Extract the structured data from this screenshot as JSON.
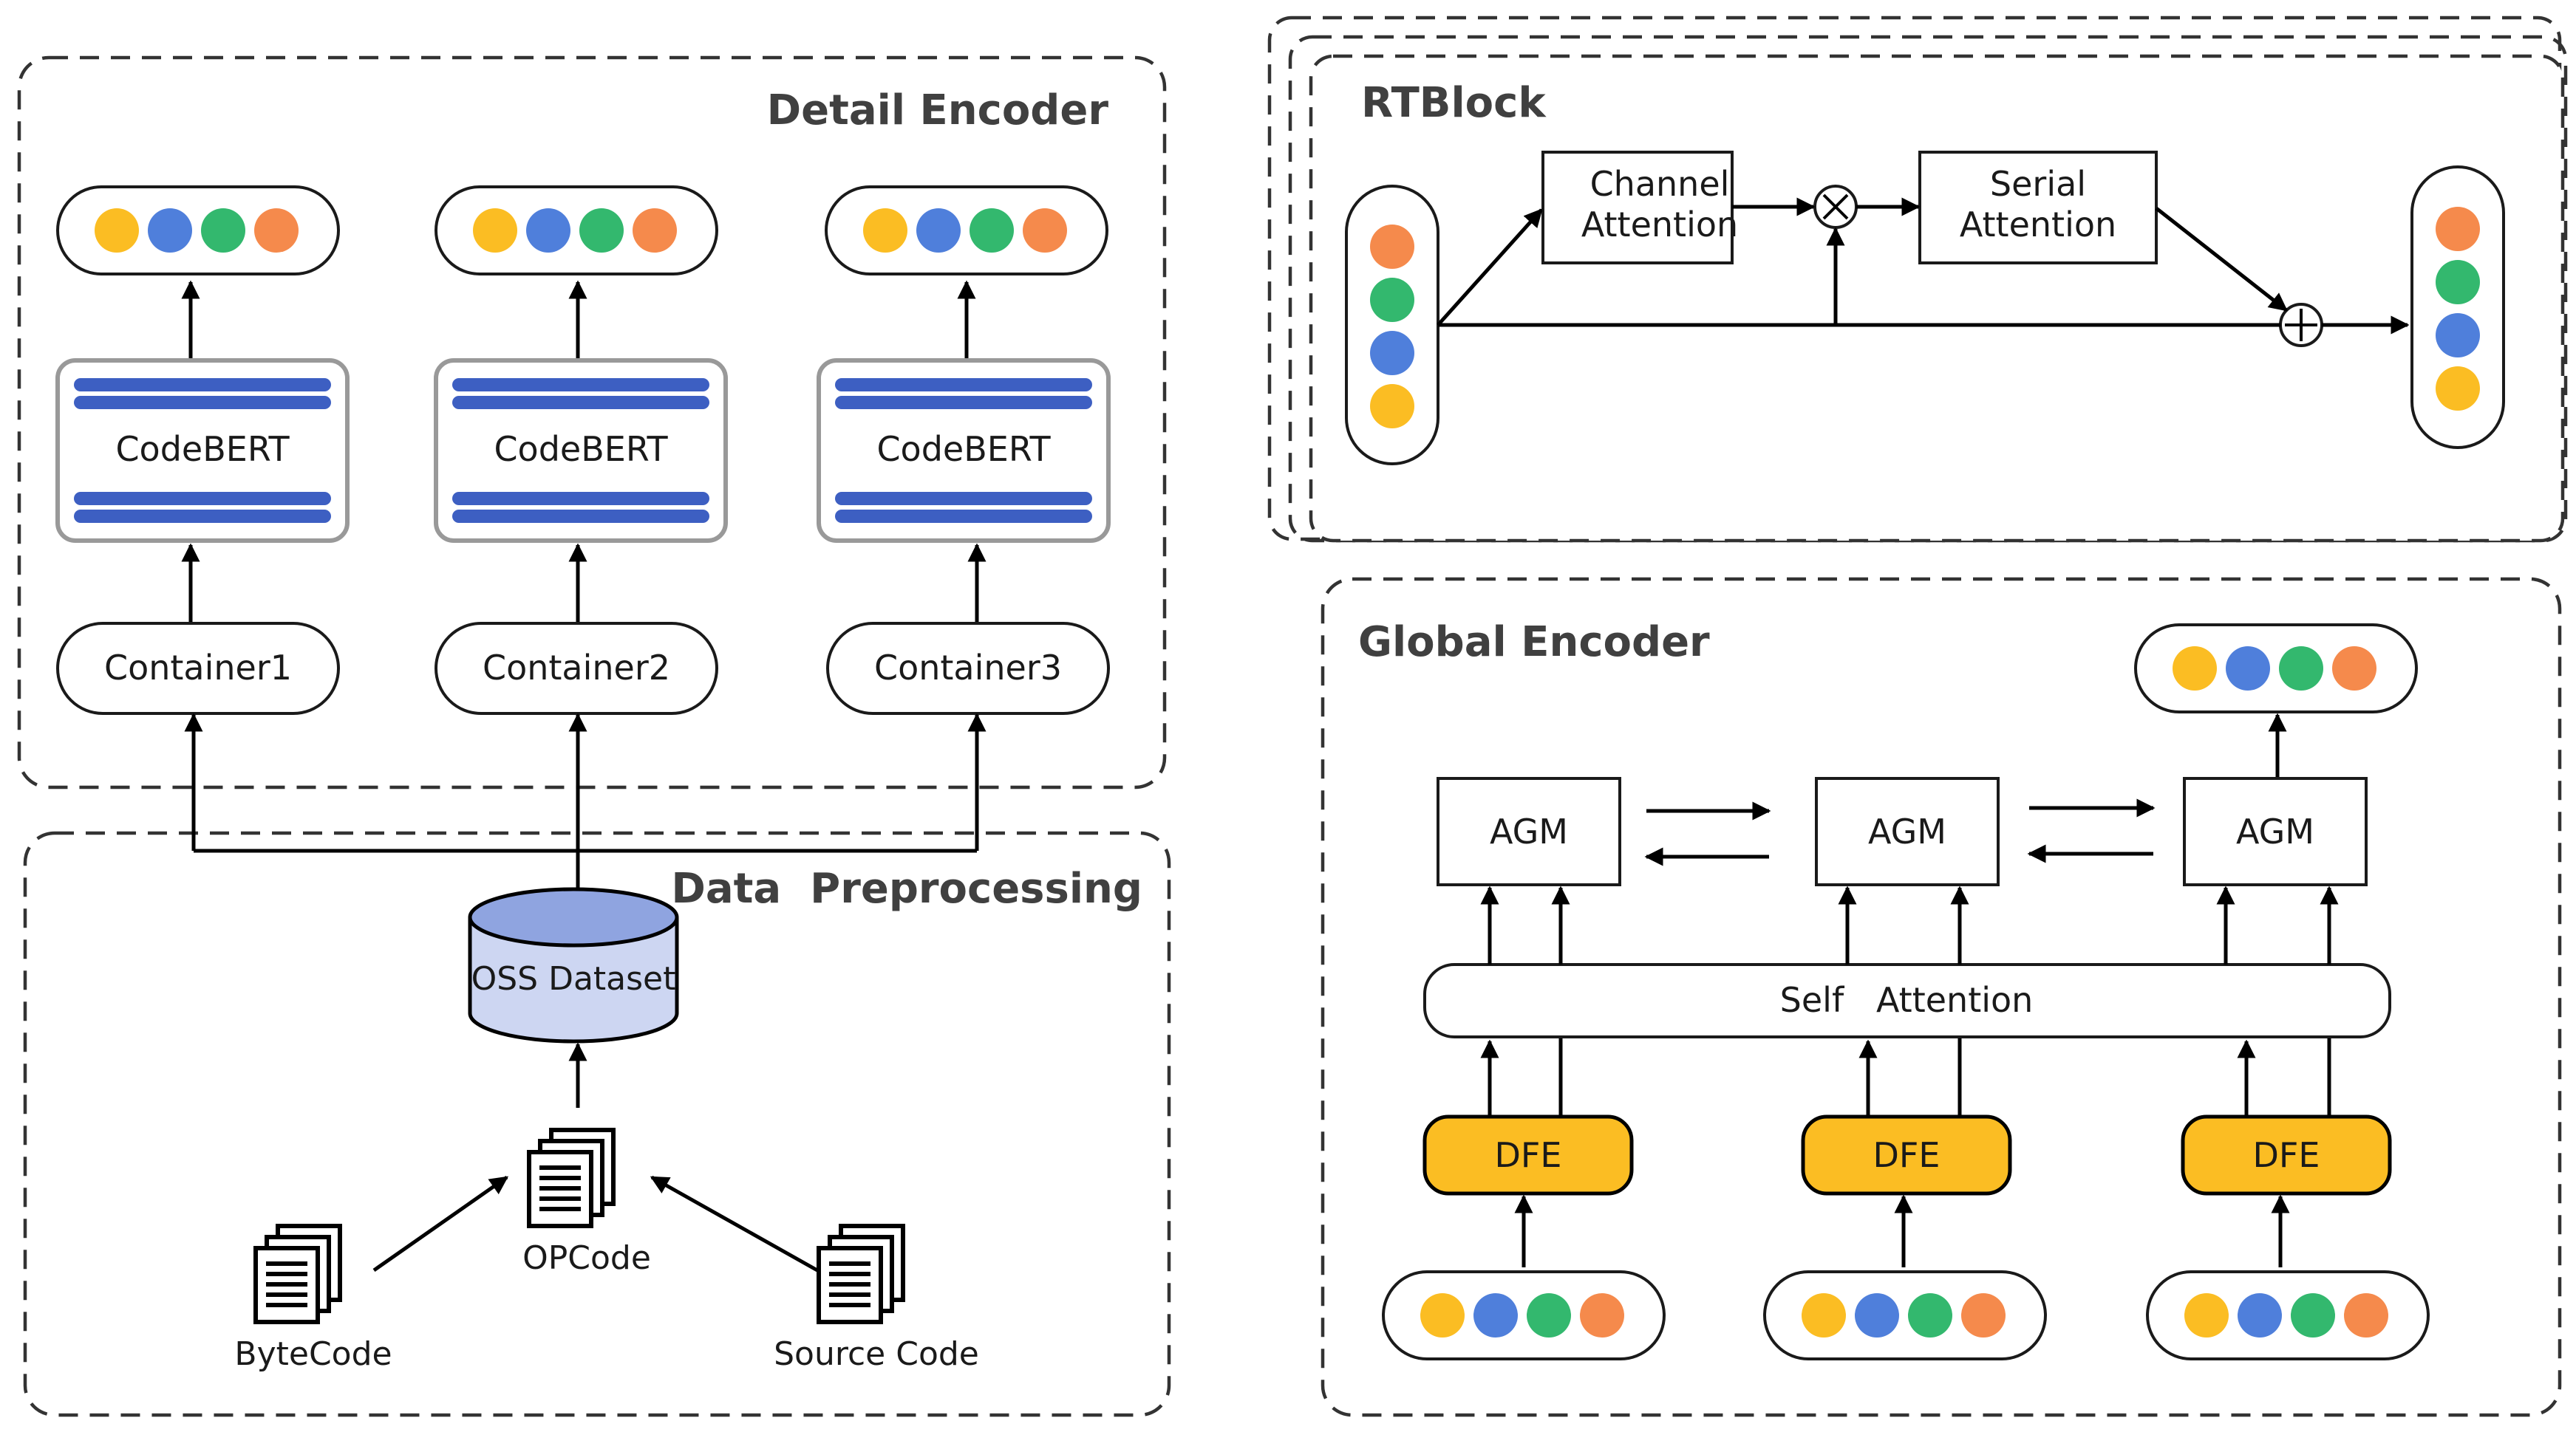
{
  "colors": {
    "token_yellow": "#FBBD23",
    "token_blue": "#4F7FDB",
    "token_green": "#33B86E",
    "token_orange": "#F58A4C",
    "codebert_bar": "#3D5FC2",
    "dfe_fill": "#FBBD23",
    "dataset_top": "#8FA4E0",
    "dataset_body": "#CDD6F2"
  },
  "detail_encoder": {
    "title": "Detail Encoder",
    "codebert_label": "CodeBERT",
    "containers": [
      "Container1",
      "Container2",
      "Container3"
    ]
  },
  "data_preprocessing": {
    "title": "Data  Preprocessing",
    "dataset_label": "OSS Dataset",
    "opcode_label": "OPCode",
    "bytecode_label": "ByteCode",
    "source_label": "Source Code"
  },
  "rtblock": {
    "title": "RTBlock",
    "channel_line1": "Channel",
    "channel_line2": "Attention",
    "serial_line1": "Serial",
    "serial_line2": "Attention"
  },
  "global_encoder": {
    "title": "Global Encoder",
    "agm_label": "AGM",
    "self_attention_label": "Self   Attention",
    "dfe_label": "DFE"
  },
  "icons": [
    "document-stack-icon",
    "database-icon",
    "multiply-icon",
    "add-icon"
  ]
}
